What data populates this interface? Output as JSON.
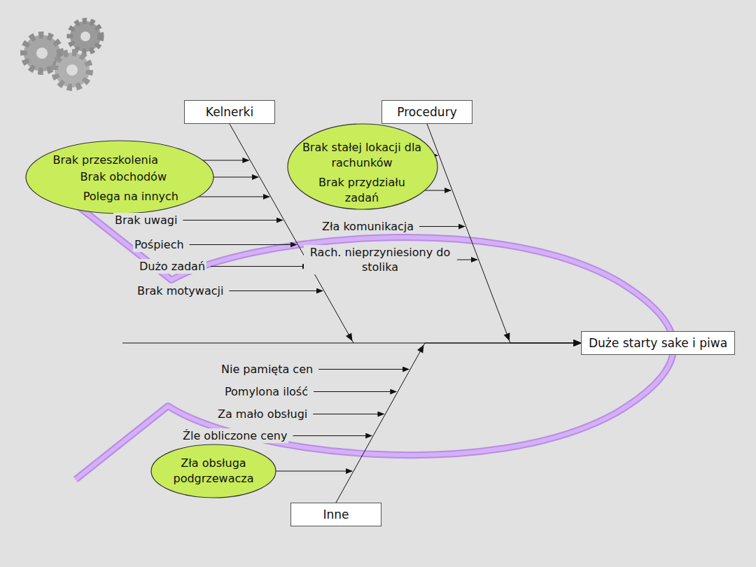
{
  "diagram": {
    "nodes": [
      {
        "text": [
          "Kelnerki"
        ]
      },
      {
        "text": [
          "Procedury"
        ]
      },
      {
        "text": [
          "Brak przeszkolenia",
          "Brak obchodów",
          "Polega na innych"
        ]
      },
      {
        "text": [
          "Brak stałej lokacji dla rachunków",
          "Brak przydziału zadań"
        ]
      },
      {
        "text": [
          "Duże starty sake i piwa"
        ]
      },
      {
        "text": [
          "Zła obsługa podgrzewacza"
        ]
      },
      {
        "text": [
          "Inne"
        ]
      }
    ],
    "edges": [
      {
        "from": 0,
        "to": 4,
        "arrow": "to"
      },
      {
        "from": 1,
        "to": 4,
        "arrow": "to"
      },
      {
        "from": 6,
        "to": 4,
        "arrow": "to"
      }
    ],
    "labels": [
      "Brak uwagi",
      "Pośpiech",
      "Dużo zadań",
      "Brak motywacji",
      "Zła komunikacja",
      "Rach. nieprzyniesiony do stolika",
      "Nie pamięta cen",
      "Pomylona ilość",
      "Za mało obsługi",
      "Źle obliczone ceny"
    ]
  }
}
